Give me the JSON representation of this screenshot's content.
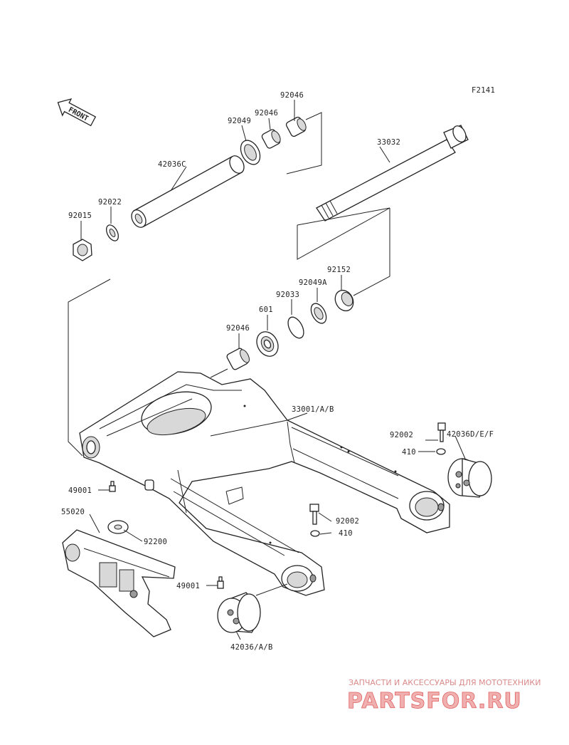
{
  "figure_code": "F2141",
  "front_arrow_text": "FRONT",
  "part_labels": [
    {
      "id": "p92046a",
      "text": "92046"
    },
    {
      "id": "p92046b",
      "text": "92046"
    },
    {
      "id": "p92049",
      "text": "92049"
    },
    {
      "id": "p42036c",
      "text": "42036C"
    },
    {
      "id": "p33032",
      "text": "33032"
    },
    {
      "id": "p92022",
      "text": "92022"
    },
    {
      "id": "p92015",
      "text": "92015"
    },
    {
      "id": "p92152",
      "text": "92152"
    },
    {
      "id": "p92049a",
      "text": "92049A"
    },
    {
      "id": "p92033",
      "text": "92033"
    },
    {
      "id": "p601",
      "text": "601"
    },
    {
      "id": "p92046c",
      "text": "92046"
    },
    {
      "id": "p33001",
      "text": "33001/A/B"
    },
    {
      "id": "p92002a",
      "text": "92002"
    },
    {
      "id": "p410a",
      "text": "410"
    },
    {
      "id": "p42036def",
      "text": "42036D/E/F"
    },
    {
      "id": "p49001a",
      "text": "49001"
    },
    {
      "id": "p55020",
      "text": "55020"
    },
    {
      "id": "p92200",
      "text": "92200"
    },
    {
      "id": "p92002b",
      "text": "92002"
    },
    {
      "id": "p410b",
      "text": "410"
    },
    {
      "id": "p49001b",
      "text": "49001"
    },
    {
      "id": "p42036ab",
      "text": "42036/A/B"
    }
  ],
  "watermark": {
    "subtitle": "ЗАПЧАСТИ И АКСЕССУАРЫ ДЛЯ МОТОТЕХНИКИ",
    "brand": "PARTSFOR.RU"
  }
}
